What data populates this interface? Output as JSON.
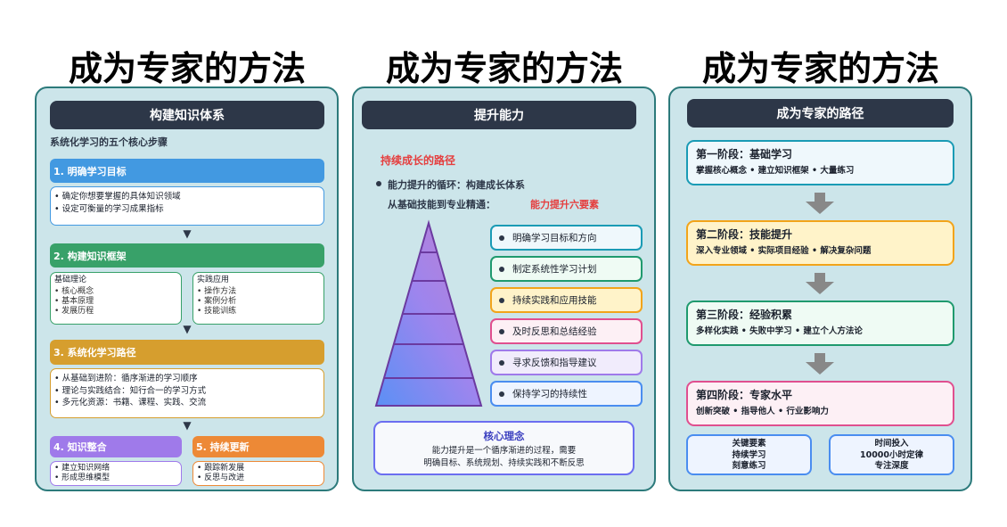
{
  "titles": [
    "成为专家的方法",
    "成为专家的方法",
    "成为专家的方法"
  ],
  "left": {
    "header": "构建知识体系",
    "subtitle": "系统化学习的五个核心步骤",
    "step1": {
      "label": "1. 明确学习目标",
      "items": [
        "• 确定你想要掌握的具体知识领域",
        "• 设定可衡量的学习成果指标"
      ]
    },
    "step2": {
      "label": "2. 构建知识框架",
      "theory": {
        "title": "基础理论",
        "items": [
          "• 核心概念",
          "• 基本原理",
          "• 发展历程"
        ]
      },
      "practice": {
        "title": "实践应用",
        "items": [
          "• 操作方法",
          "• 案例分析",
          "• 技能训练"
        ]
      }
    },
    "step3": {
      "label": "3. 系统化学习路径",
      "items": [
        "• 从基础到进阶：循序渐进的学习顺序",
        "• 理论与实践结合：知行合一的学习方式",
        "• 多元化资源：书籍、课程、实践、交流"
      ]
    },
    "step4": {
      "label": "4. 知识整合",
      "items": [
        "• 建立知识网络",
        "• 形成思维模型"
      ]
    },
    "step5": {
      "label": "5. 持续更新",
      "items": [
        "• 跟踪新发展",
        "• 反思与改进"
      ]
    },
    "arrow": "▼",
    "colors": {
      "step1": "#4299e1",
      "step2": "#38a169",
      "step3": "#d69e2e",
      "step4": "#9f7aea",
      "step5": "#ed8936"
    }
  },
  "middle": {
    "header": "提升能力",
    "path_title": "持续成长的路径",
    "cycle": "能力提升的循环：构建成长体系",
    "from_to": "从基础技能到专业精通：",
    "six_title": "能力提升六要素",
    "elements": [
      {
        "label": "明确学习目标和方向",
        "border": "#1a9bb5",
        "bg": "#eff8fc"
      },
      {
        "label": "制定系统性学习计划",
        "border": "#1f9a6e",
        "bg": "#effbf4"
      },
      {
        "label": "持续实践和应用技能",
        "border": "#f2a41a",
        "bg": "#fff3c9"
      },
      {
        "label": "及时反思和总结经验",
        "border": "#e04f8f",
        "bg": "#fdf0f5"
      },
      {
        "label": "寻求反馈和指导建议",
        "border": "#9f7aea",
        "bg": "#f1ecfc"
      },
      {
        "label": "保持学习的持续性",
        "border": "#4a8df0",
        "bg": "#eef4ff"
      }
    ],
    "core": {
      "title": "核心理念",
      "line1": "能力提升是一个循序渐进的过程，需要",
      "line2": "明确目标、系统规划、持续实践和不断反思"
    }
  },
  "right": {
    "header": "成为专家的路径",
    "stages": [
      {
        "title": "第一阶段：基础学习",
        "desc": "掌握核心概念 • 建立知识框架 • 大量练习",
        "border": "#1a9bb5",
        "bg": "#eff8fc"
      },
      {
        "title": "第二阶段：技能提升",
        "desc": "深入专业领域 • 实际项目经验 • 解决复杂问题",
        "border": "#f2a41a",
        "bg": "#fff3c9"
      },
      {
        "title": "第三阶段：经验积累",
        "desc": "多样化实践 • 失败中学习 • 建立个人方法论",
        "border": "#1f9a6e",
        "bg": "#effbf4"
      },
      {
        "title": "第四阶段：专家水平",
        "desc": "创新突破 • 指导他人 • 行业影响力",
        "border": "#e04f8f",
        "bg": "#fdf0f5"
      }
    ],
    "key": {
      "title": "关键要素",
      "l1": "持续学习",
      "l2": "刻意练习"
    },
    "time": {
      "title": "时间投入",
      "l1": "10000小时定律",
      "l2": "专注深度"
    }
  }
}
